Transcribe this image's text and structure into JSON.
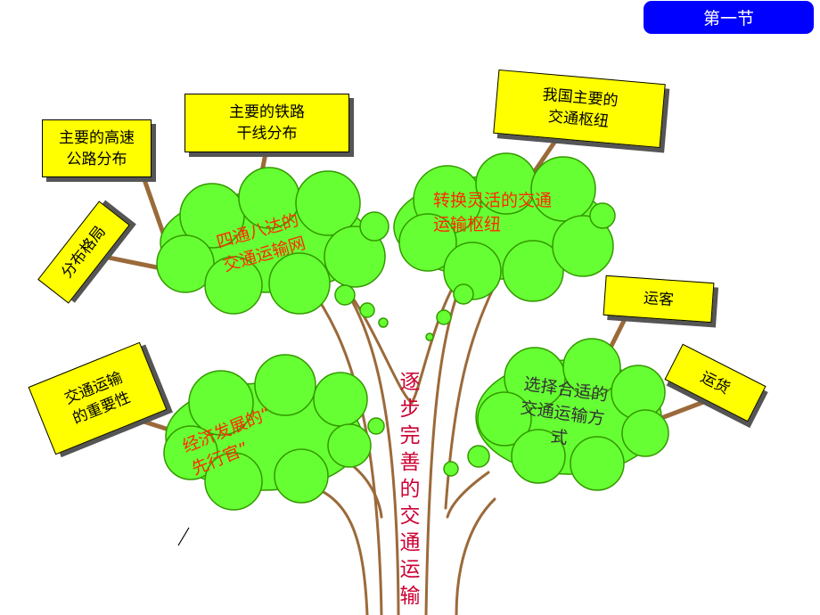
{
  "nav": {
    "section_label": "第一节"
  },
  "trunk_label": [
    "逐",
    "步",
    "完",
    "善",
    "的",
    "交",
    "通",
    "运",
    "输"
  ],
  "clouds": {
    "top_left": [
      "四通八达的",
      "交通运输网"
    ],
    "top_right": [
      "转换灵活的交通",
      "运输枢纽"
    ],
    "bottom_left": [
      "经济发展的“",
      "先行官”"
    ],
    "bottom_right": [
      "选择合适的",
      "交通运输方",
      "式"
    ]
  },
  "boxes": {
    "highway": [
      "主要的高速",
      "公路分布"
    ],
    "railway": [
      "主要的铁路",
      "干线分布"
    ],
    "layout": [
      "分布格局"
    ],
    "hub": [
      "我国主要的",
      "交通枢纽"
    ],
    "importance": [
      "交通运输",
      "的重要性"
    ],
    "passenger": [
      "运客"
    ],
    "freight": [
      "运货"
    ]
  },
  "colors": {
    "cloud_fill": "#66ff33",
    "box_fill": "#ffff00",
    "branch": "#9b6a3a",
    "nav_button": "#0000ff",
    "trunk_text": "#cc0033",
    "cloud_text_red": "#ff2a00"
  }
}
